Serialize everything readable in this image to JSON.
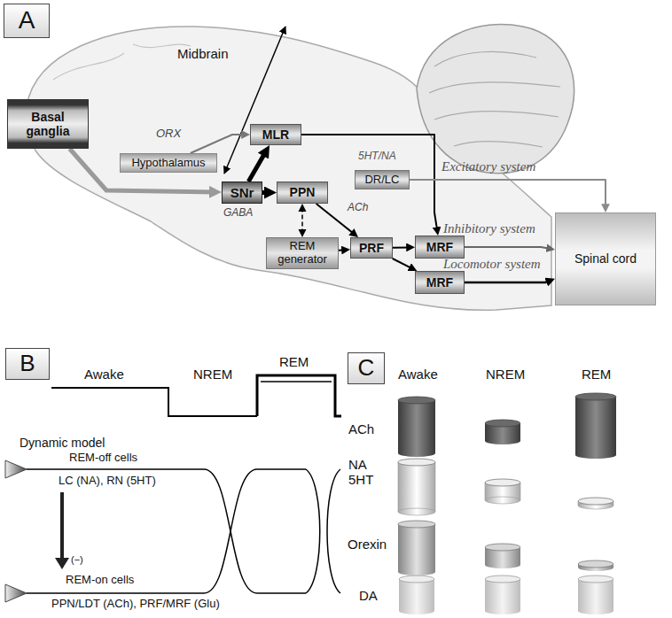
{
  "diagram": {
    "nodes": [
      {
        "text": [
          "A"
        ]
      },
      {
        "text": [
          "Basal ganglia"
        ]
      },
      {
        "text": [
          "MLR"
        ]
      },
      {
        "text": [
          "Hypothalamus"
        ]
      },
      {
        "text": [
          "DR/LC"
        ]
      },
      {
        "text": [
          "SNr"
        ]
      },
      {
        "text": [
          "PPN"
        ]
      },
      {
        "text": [
          "Spinal cord"
        ]
      },
      {
        "text": [
          "REM generator"
        ]
      },
      {
        "text": [
          "PRF"
        ]
      },
      {
        "text": [
          "MRF"
        ]
      },
      {
        "text": [
          "MRF"
        ]
      },
      {
        "text": [
          "B"
        ]
      },
      {
        "text": [
          "C"
        ]
      }
    ],
    "edges": [
      {
        "from": 1,
        "to": 5,
        "arrow": "to"
      },
      {
        "from": 3,
        "to": 2,
        "label": "ORX",
        "arrow": "to"
      },
      {
        "from": 5,
        "to": 2,
        "arrow": "to"
      },
      {
        "from": 5,
        "to": 6,
        "label": "GABA",
        "arrow": "to"
      },
      {
        "from": 6,
        "to": 9,
        "label": "ACh",
        "arrow": "to"
      },
      {
        "from": 8,
        "to": 6,
        "arrow": "both"
      },
      {
        "from": 2,
        "to": 10,
        "arrow": "to"
      },
      {
        "from": 8,
        "to": 9,
        "arrow": "to"
      },
      {
        "from": 9,
        "to": 10,
        "arrow": "to"
      },
      {
        "from": 9,
        "to": 11,
        "arrow": "to"
      },
      {
        "from": 4,
        "to": 7,
        "arrow": "to"
      },
      {
        "from": 10,
        "to": 7,
        "arrow": "to"
      },
      {
        "from": 11,
        "to": 7,
        "arrow": "to"
      }
    ],
    "labels": [
      "Midbrain",
      "5HT/NA",
      "Excitatory system",
      "Inhibitory system",
      "Locomotor system",
      "Awake",
      "NREM",
      "REM",
      "Dynamic model",
      "REM-off cells",
      "LC (NA), RN (5HT)",
      "(−)",
      "REM-on cells",
      "PPN/LDT (ACh), PRF/MRF (Glu)",
      "Awake",
      "NREM",
      "REM",
      "ACh",
      "NA 5HT",
      "Orexin",
      "DA"
    ]
  }
}
